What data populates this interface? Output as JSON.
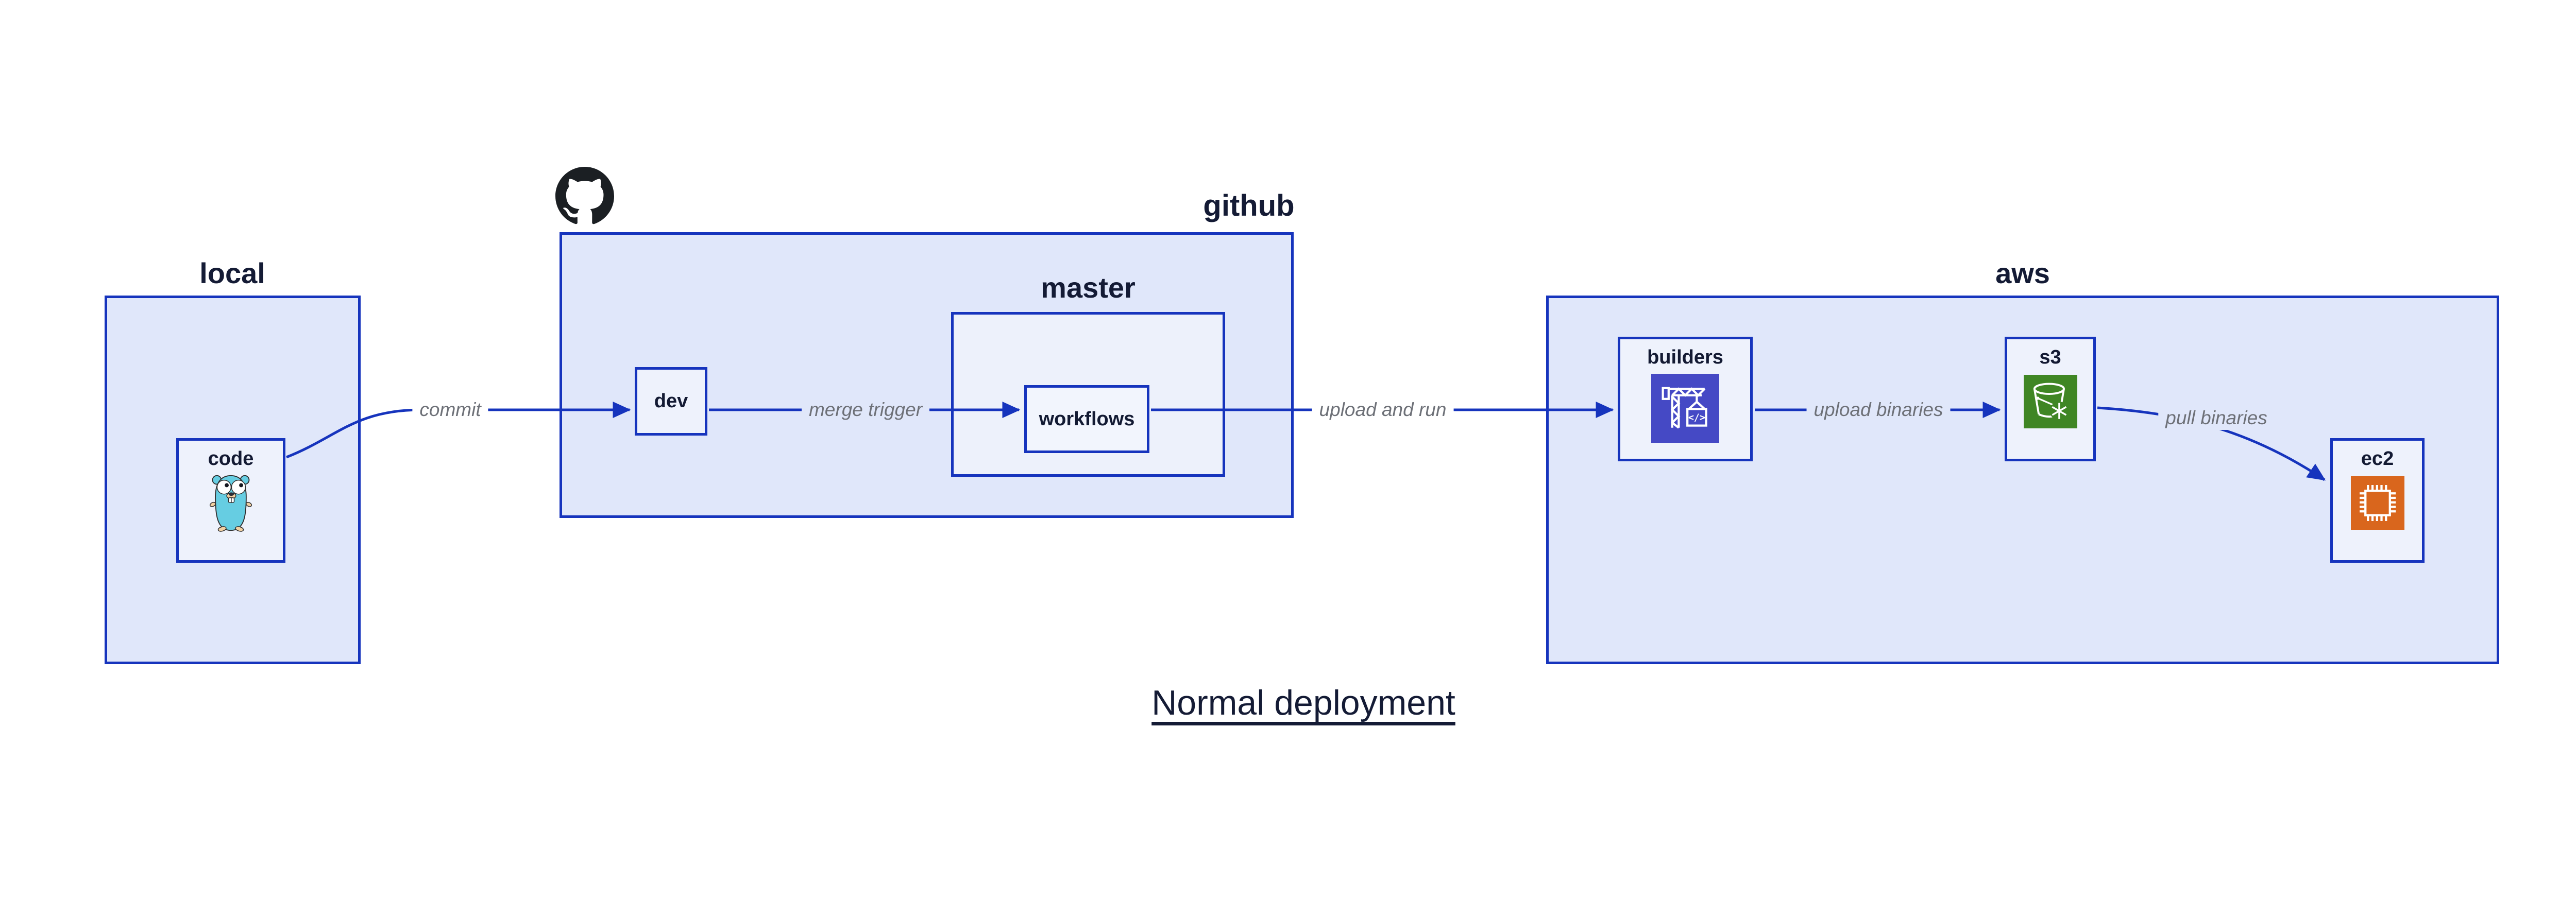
{
  "title": "Normal deployment",
  "groups": {
    "local": {
      "label": "local"
    },
    "github": {
      "label": "github",
      "logo": "github-octocat"
    },
    "master": {
      "label": "master"
    },
    "aws": {
      "label": "aws"
    }
  },
  "nodes": {
    "code": {
      "label": "code",
      "icon": "go-gopher"
    },
    "dev": {
      "label": "dev"
    },
    "workflows": {
      "label": "workflows"
    },
    "builders": {
      "label": "builders",
      "icon": "aws-codebuild-crane"
    },
    "s3": {
      "label": "s3",
      "icon": "aws-s3-glacier-bucket"
    },
    "ec2": {
      "label": "ec2",
      "icon": "aws-ec2-chip"
    }
  },
  "edges": {
    "commit": {
      "label": "commit",
      "from": "code",
      "to": "dev"
    },
    "merge_trigger": {
      "label": "merge trigger",
      "from": "dev",
      "to": "workflows"
    },
    "upload_and_run": {
      "label": "upload and run",
      "from": "workflows",
      "to": "builders"
    },
    "upload_binaries": {
      "label": "upload binaries",
      "from": "builders",
      "to": "s3"
    },
    "pull_binaries": {
      "label": "pull binaries",
      "from": "s3",
      "to": "ec2"
    }
  },
  "colors": {
    "background": "#ffffff",
    "container_fill": "#e0e7fa",
    "inner_container_fill": "#edf1fb",
    "node_fill": "#eef2fc",
    "border_and_arrows": "#1634bd",
    "heading_text": "#141b35",
    "edge_label_text": "#6d7077",
    "codebuild_icon_bg": "#4549c5",
    "s3_glacier_icon_bg": "#3f8624",
    "ec2_icon_bg": "#d9661d",
    "gopher_body": "#66cde2",
    "github_logo": "#1b1f23"
  }
}
